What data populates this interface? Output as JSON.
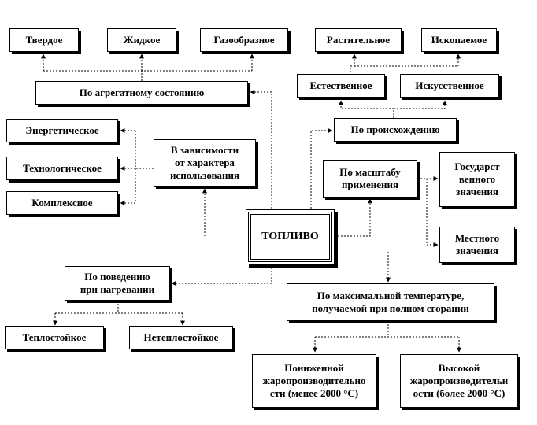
{
  "center": "ТОПЛИВО",
  "nodes": {
    "tverdoe": "Твердое",
    "zhidkoe": "Жидкое",
    "gazoobraznoe": "Газообразное",
    "rastitelnoe": "Растительное",
    "iskopaemoe": "Ископаемое",
    "po_agregatnomu": "По агрегатному состоянию",
    "estestvennoe": "Естественное",
    "iskusstvennoe": "Искусственное",
    "po_proiskhozhdeniyu": "По происхождению",
    "energeticheskoe": "Энергетическое",
    "tekhnologicheskoe": "Технологическое",
    "kompleksnoe": "Комплексное",
    "v_zavisimosti": "В зависимости\nот характера\nиспользования",
    "po_masshtabu": "По масштабу\nприменения",
    "gosudarstvennogo": "Государст\nвенного\nзначения",
    "mestnogo": "Местного\nзначения",
    "po_povedeniyu": "По поведению\nпри нагревании",
    "teplostoykoe": "Теплостойкое",
    "neteplostoykoe": "Нетеплостойкое",
    "po_maks_temp": "По максимальной температуре,\nполучаемой при полном сгорании",
    "ponizhennoy": "Пониженной\nжаропроизводительно\nсти (менее 2000 °С)",
    "vysokoy": "Высокой\nжаропроизводительн\nости (более 2000 °С)"
  }
}
